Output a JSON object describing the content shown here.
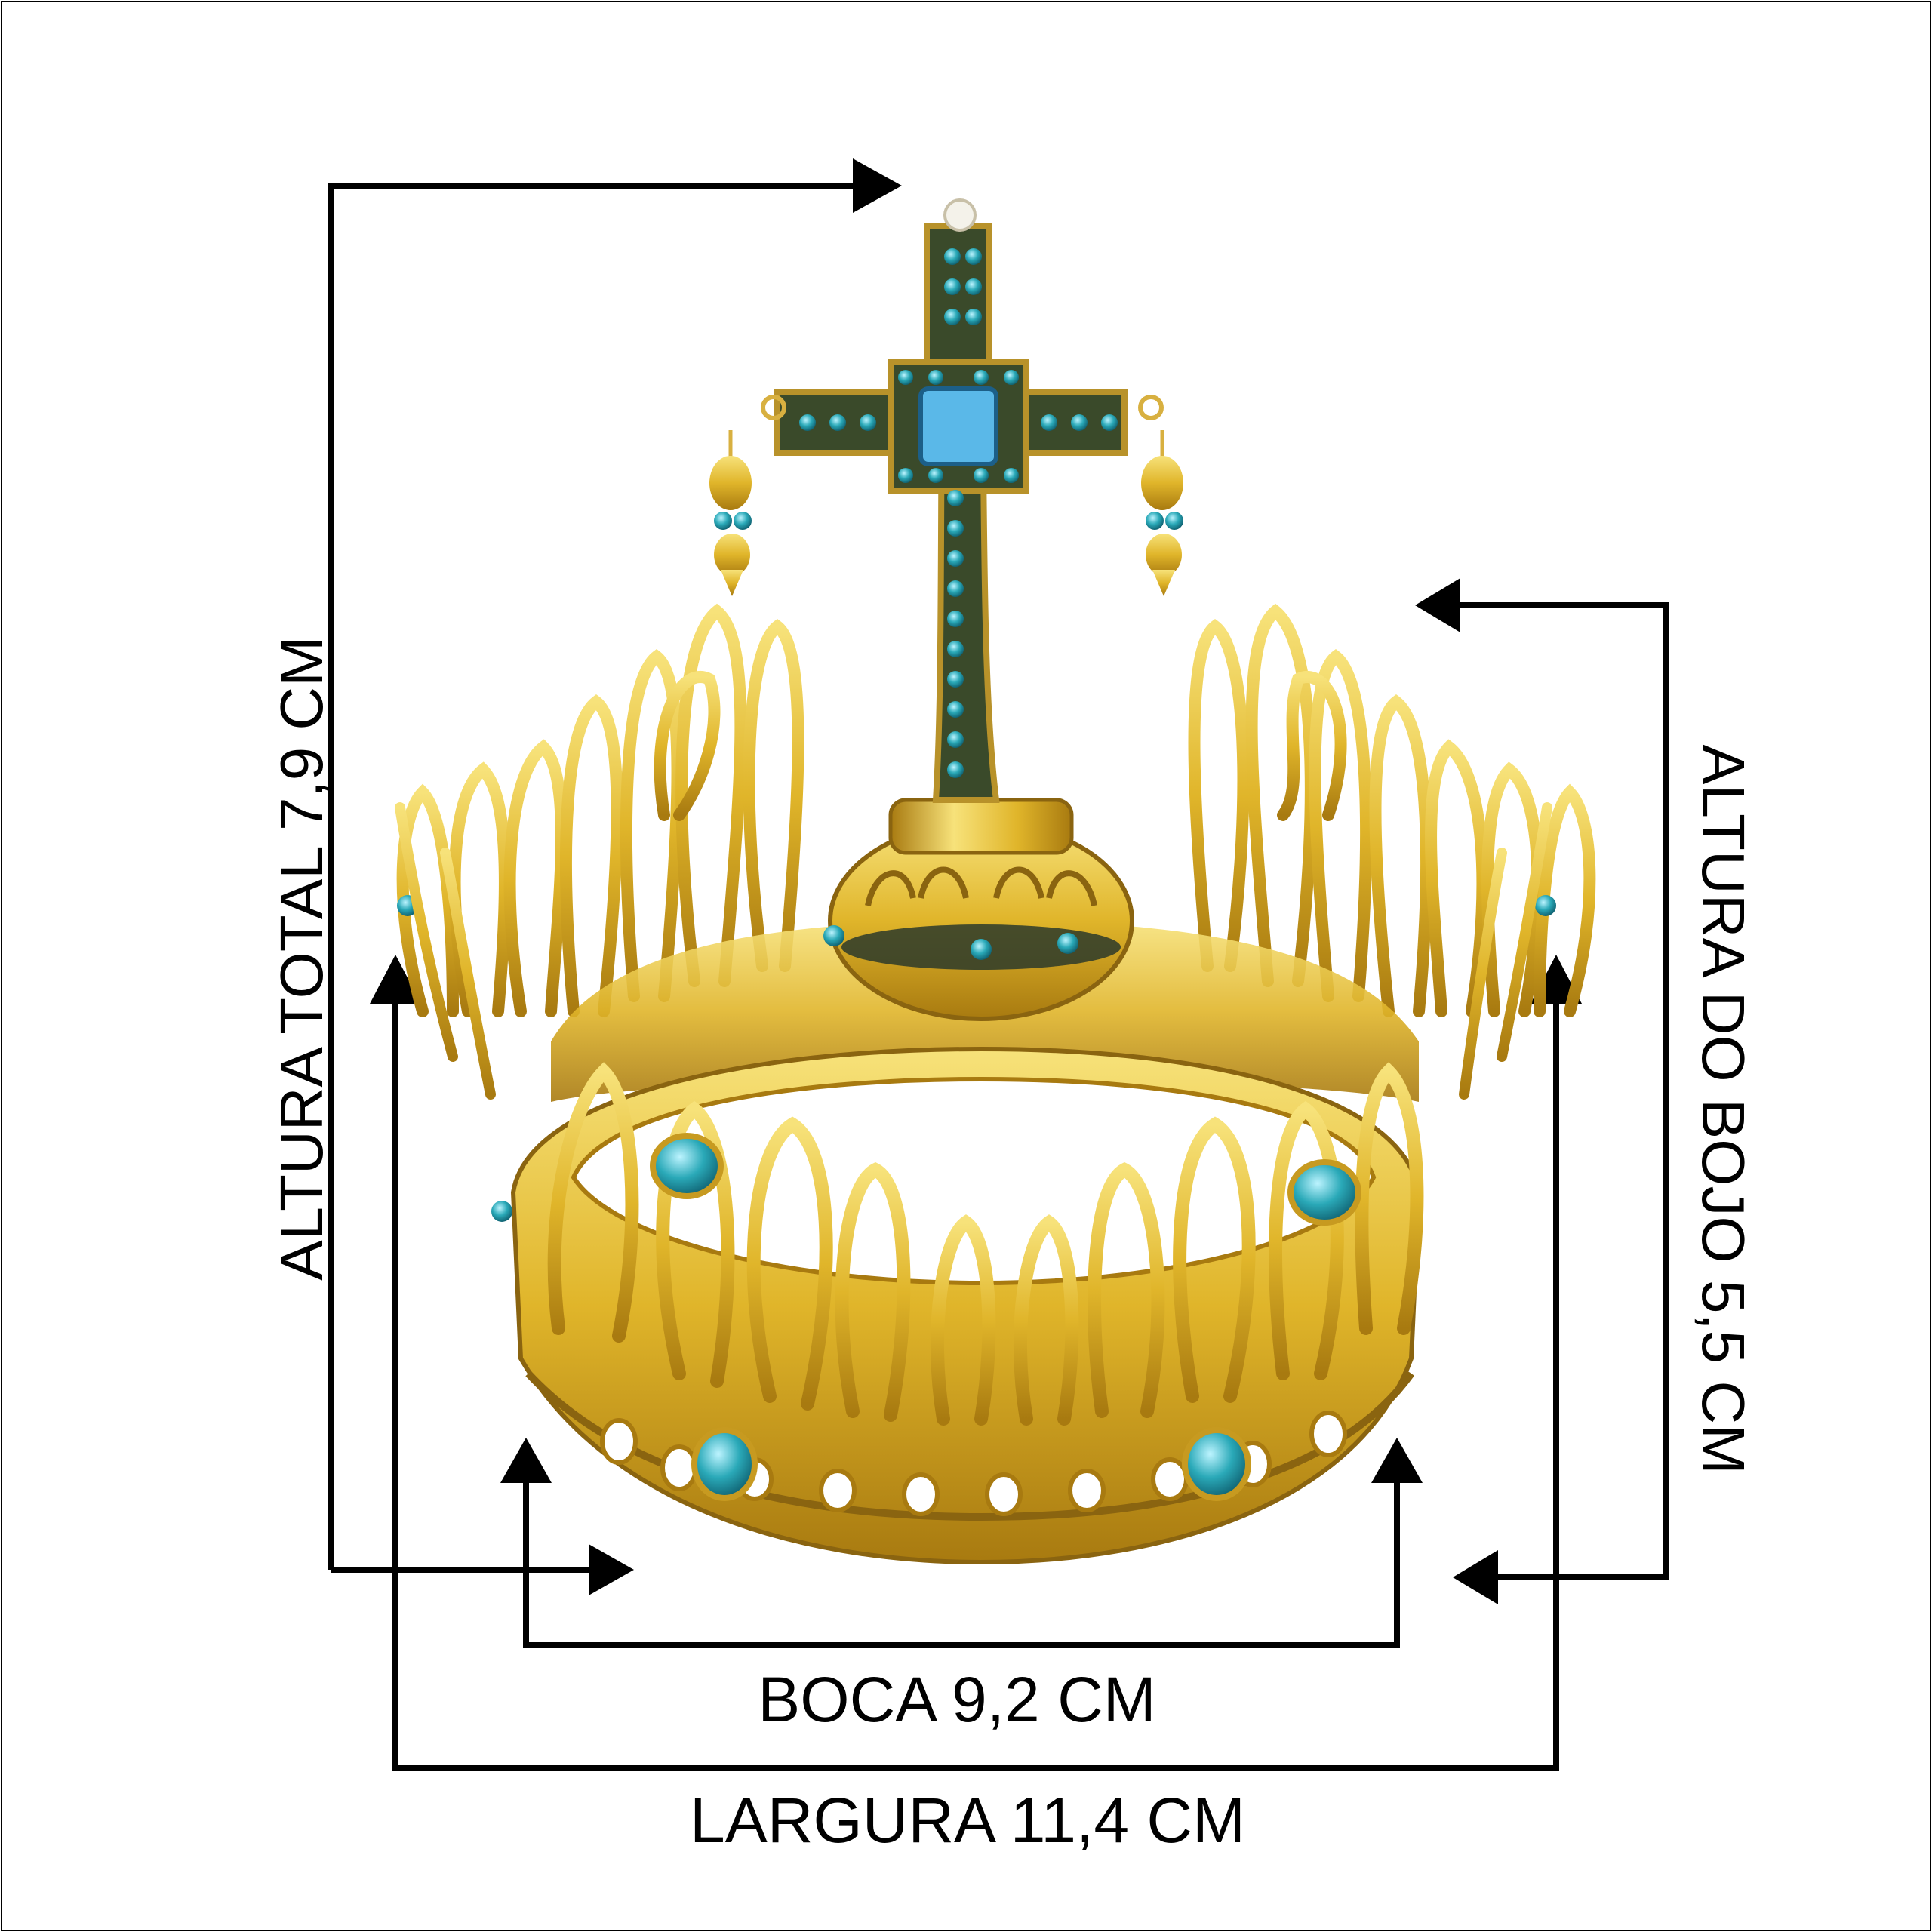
{
  "labels": {
    "altura_total": "ALTURA TOTAL 7,9 CM",
    "altura_bojo": "ALTURA DO BOJO 5,5 CM",
    "boca": "BOCA 9,2 CM",
    "largura": "LARGURA 11,4 CM"
  },
  "measurements": {
    "altura_total_cm": 7.9,
    "altura_bojo_cm": 5.5,
    "boca_cm": 9.2,
    "largura_cm": 11.4
  },
  "colors": {
    "background": "#ffffff",
    "frame": "#000000",
    "gold_light": "#f7e27a",
    "gold": "#e0b52a",
    "gold_dark": "#a87a10",
    "gem_teal": "#2aa9b8",
    "gem_blue": "#5ab8e8",
    "cross_dark": "#3a4a2a"
  },
  "illustration": {
    "subject": "crown-with-cross"
  }
}
